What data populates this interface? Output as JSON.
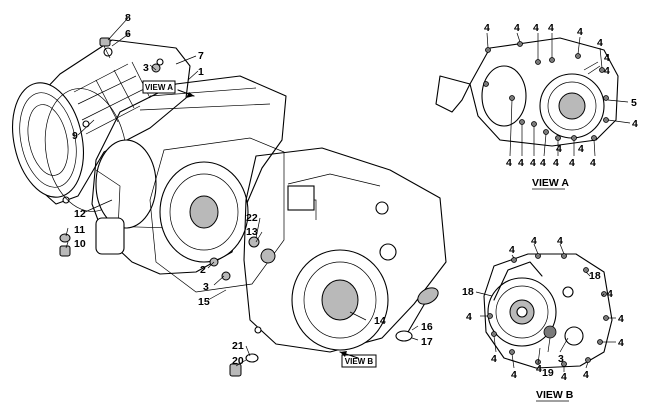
{
  "callouts": [
    "8",
    "6",
    "7",
    "1",
    "3",
    "9",
    "12",
    "11",
    "10",
    "22",
    "13",
    "2",
    "3",
    "15",
    "14",
    "16",
    "17",
    "21",
    "20"
  ],
  "view_tags": {
    "a": "VIEW A",
    "b": "VIEW B"
  },
  "view_a": {
    "title": "VIEW A",
    "labels": [
      "4",
      "4",
      "4",
      "4",
      "4",
      "4",
      "4",
      "4",
      "5",
      "4",
      "4",
      "4",
      "4",
      "4",
      "4",
      "4",
      "4",
      "4",
      "4"
    ]
  },
  "view_b": {
    "title": "VIEW B",
    "labels": [
      "4",
      "4",
      "4",
      "18",
      "18",
      "4",
      "4",
      "4",
      "4",
      "4",
      "4",
      "4",
      "19",
      "3",
      "4",
      "4"
    ]
  }
}
